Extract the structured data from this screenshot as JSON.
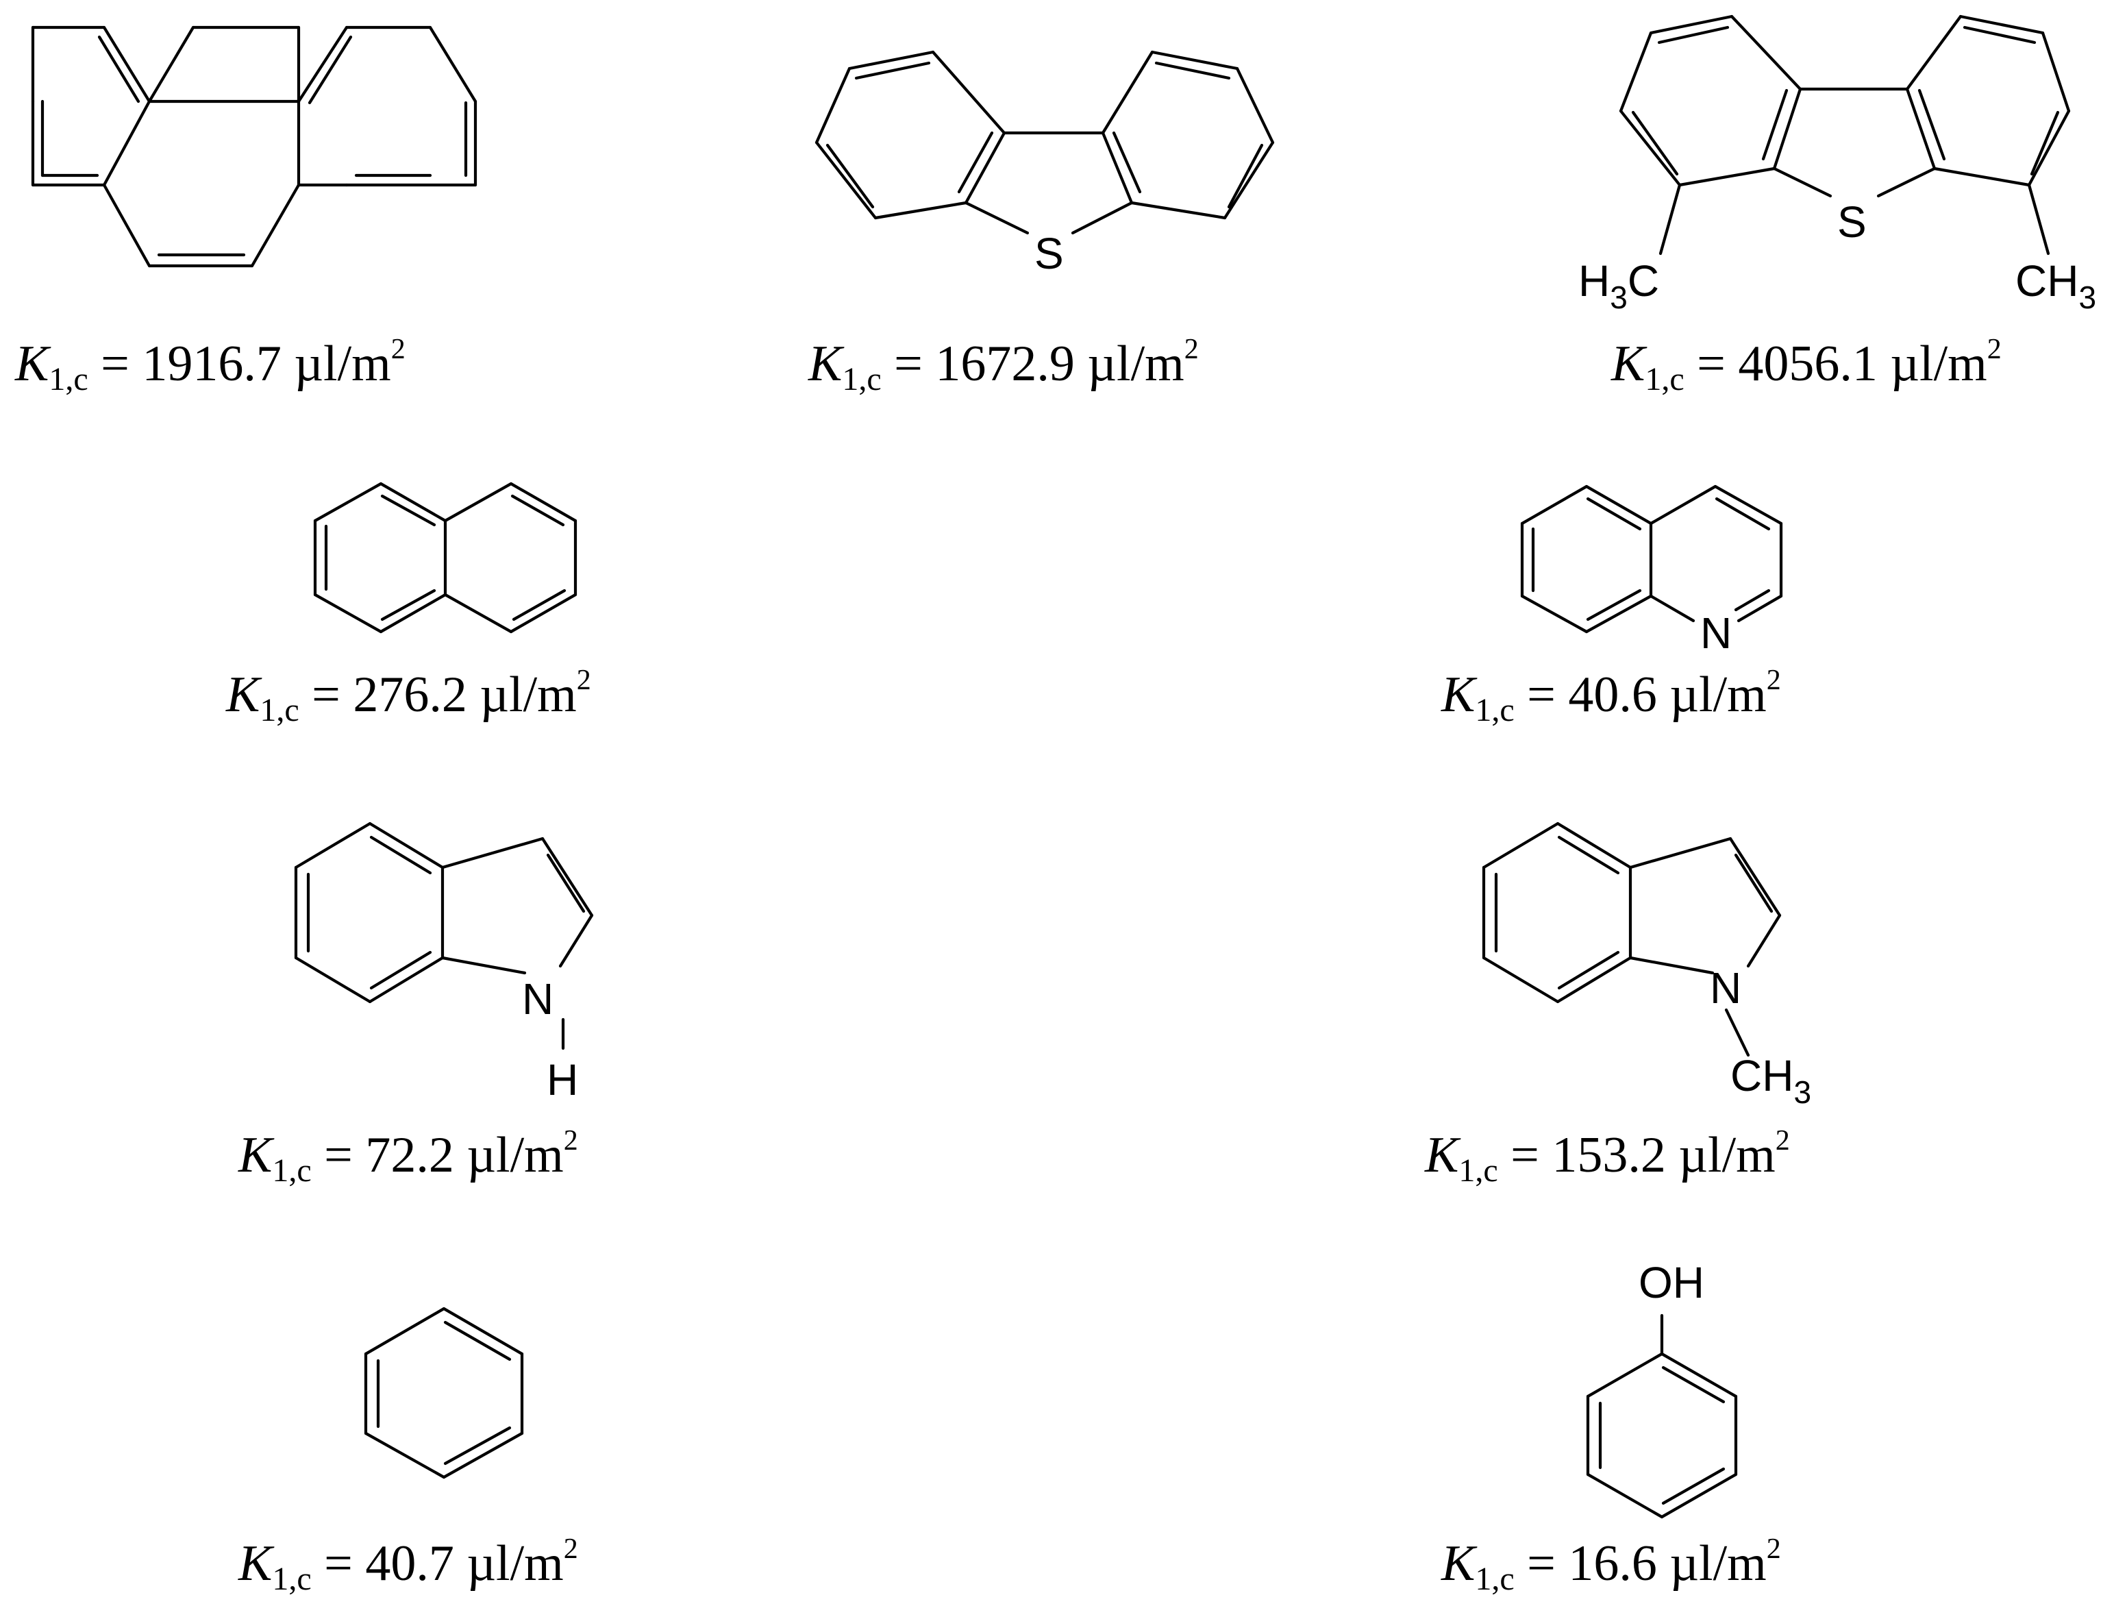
{
  "compounds": [
    {
      "key": "phenanthrene",
      "k_symbol": "K",
      "k_subscript": "1,c",
      "value": "1916.7",
      "unit_base": "µl/m",
      "unit_exponent": "2",
      "atoms": []
    },
    {
      "key": "dibenzothiophene",
      "k_symbol": "K",
      "k_subscript": "1,c",
      "value": "1672.9",
      "unit_base": "µl/m",
      "unit_exponent": "2",
      "atoms": [
        "S"
      ]
    },
    {
      "key": "4,6-dimethyldibenzothiophene",
      "k_symbol": "K",
      "k_subscript": "1,c",
      "value": "4056.1",
      "unit_base": "µl/m",
      "unit_exponent": "2",
      "atoms": [
        "S",
        "H",
        "3",
        "C",
        "CH",
        "3"
      ]
    },
    {
      "key": "naphthalene",
      "k_symbol": "K",
      "k_subscript": "1,c",
      "value": "276.2",
      "unit_base": "µl/m",
      "unit_exponent": "2",
      "atoms": []
    },
    {
      "key": "quinoline",
      "k_symbol": "K",
      "k_subscript": "1,c",
      "value": "40.6",
      "unit_base": "µl/m",
      "unit_exponent": "2",
      "atoms": [
        "N"
      ]
    },
    {
      "key": "indole",
      "k_symbol": "K",
      "k_subscript": "1,c",
      "value": "72.2",
      "unit_base": "µl/m",
      "unit_exponent": "2",
      "atoms": [
        "N",
        "H"
      ]
    },
    {
      "key": "1-methylindole",
      "k_symbol": "K",
      "k_subscript": "1,c",
      "value": "153.2",
      "unit_base": "µl/m",
      "unit_exponent": "2",
      "atoms": [
        "N",
        "CH",
        "3"
      ]
    },
    {
      "key": "benzene",
      "k_symbol": "K",
      "k_subscript": "1,c",
      "value": "40.7",
      "unit_base": "µl/m",
      "unit_exponent": "2",
      "atoms": []
    },
    {
      "key": "phenol",
      "k_symbol": "K",
      "k_subscript": "1,c",
      "value": "16.6",
      "unit_base": "µl/m",
      "unit_exponent": "2",
      "atoms": [
        "OH"
      ]
    }
  ]
}
